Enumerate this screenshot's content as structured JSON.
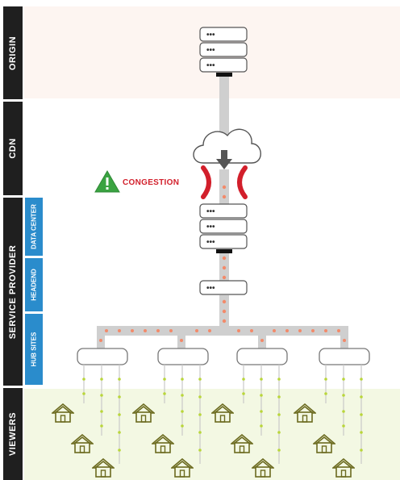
{
  "sidebar": {
    "segments": [
      {
        "label": "ORIGIN"
      },
      {
        "label": "CDN"
      },
      {
        "label": "SERVICE PROVIDER"
      },
      {
        "label": "VIEWERS"
      }
    ],
    "sub_segments": [
      {
        "label": "DATA CENTER"
      },
      {
        "label": "HEADEND"
      },
      {
        "label": "HUB SITES"
      }
    ]
  },
  "diagram": {
    "congestion_label": "CONGESTION",
    "server_glyph": "•••",
    "hub_count": 4,
    "homes_per_hub": 3,
    "colors": {
      "pipe": "#cfcfcf",
      "pipe_dot": "#f28a6a",
      "congestion": "#d21f2b",
      "warning": "#3aa341",
      "home": "#6b6a1e",
      "viewer_dot": "#b9d63a"
    }
  }
}
